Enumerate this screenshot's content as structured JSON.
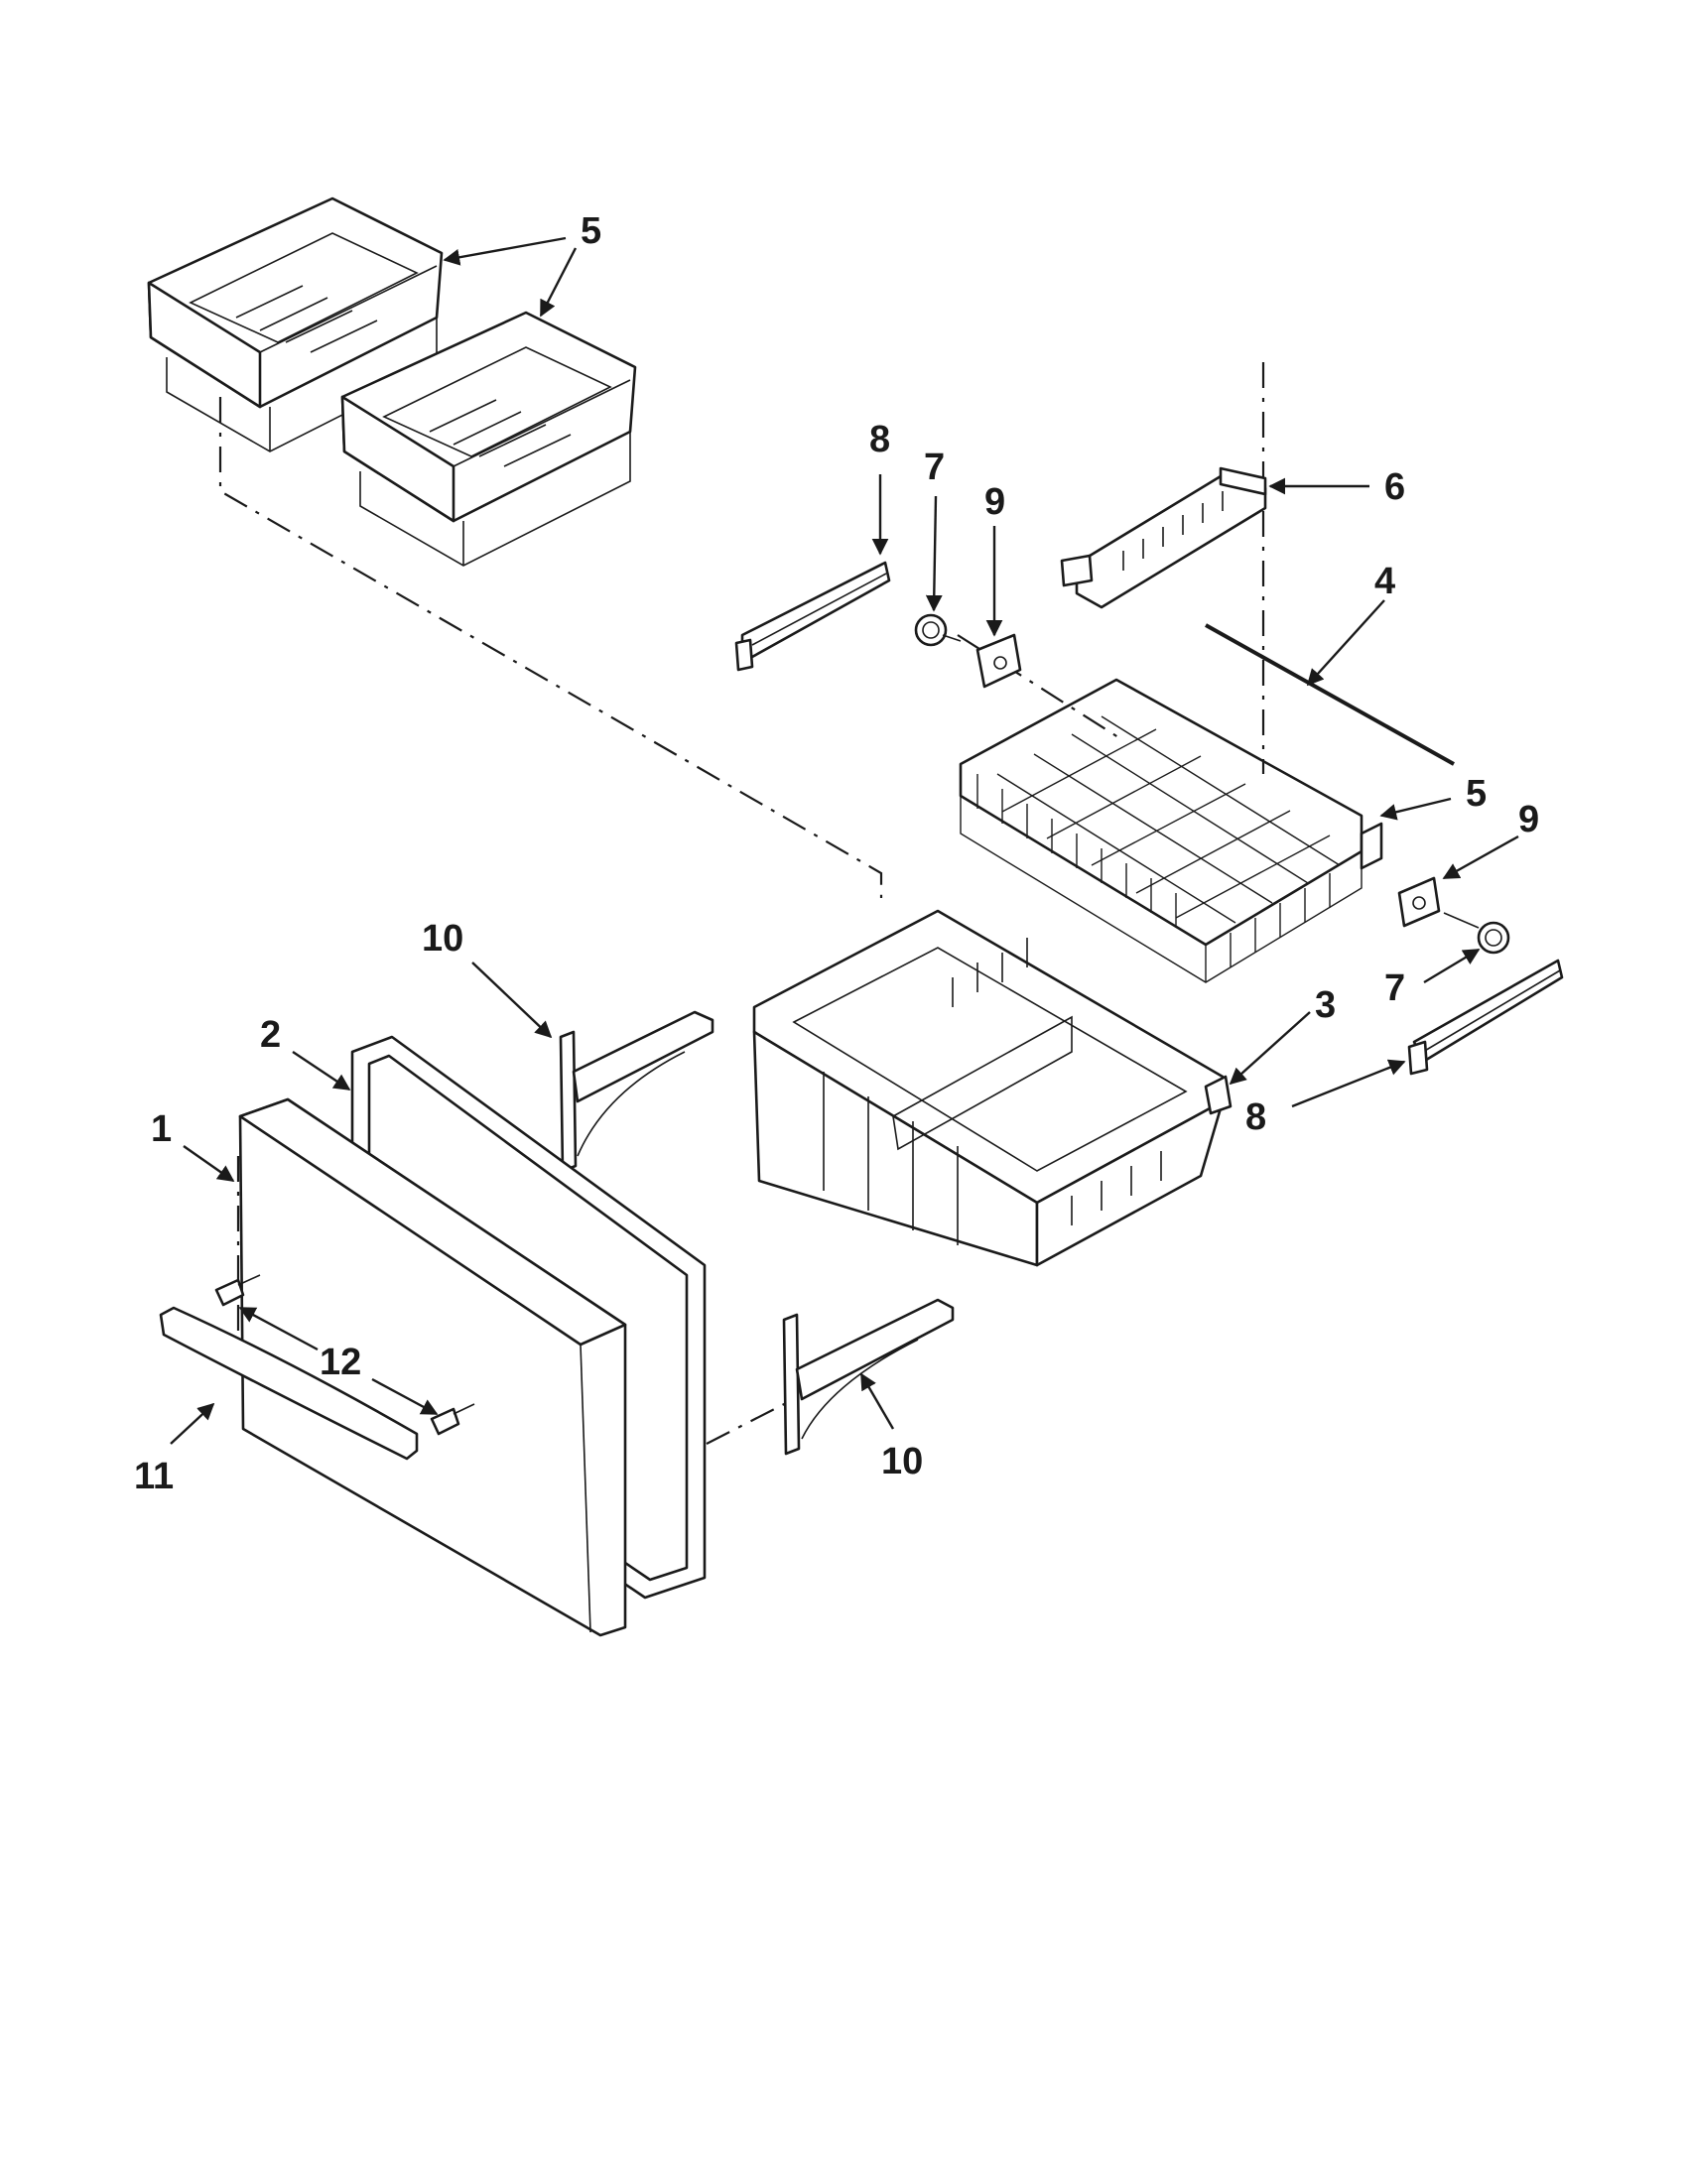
{
  "callouts": [
    {
      "id": "c5a",
      "text": "5"
    },
    {
      "id": "c8a",
      "text": "8"
    },
    {
      "id": "c7a",
      "text": "7"
    },
    {
      "id": "c9a",
      "text": "9"
    },
    {
      "id": "c6",
      "text": "6"
    },
    {
      "id": "c4",
      "text": "4"
    },
    {
      "id": "c5b",
      "text": "5"
    },
    {
      "id": "c9b",
      "text": "9"
    },
    {
      "id": "c10a",
      "text": "10"
    },
    {
      "id": "c3",
      "text": "3"
    },
    {
      "id": "c2",
      "text": "2"
    },
    {
      "id": "c7b",
      "text": "7"
    },
    {
      "id": "c1",
      "text": "1"
    },
    {
      "id": "c8b",
      "text": "8"
    },
    {
      "id": "c12",
      "text": "12"
    },
    {
      "id": "c11",
      "text": "11"
    },
    {
      "id": "c10b",
      "text": "10"
    }
  ],
  "colors": {
    "line": "#1a1a1a",
    "background": "#ffffff"
  }
}
